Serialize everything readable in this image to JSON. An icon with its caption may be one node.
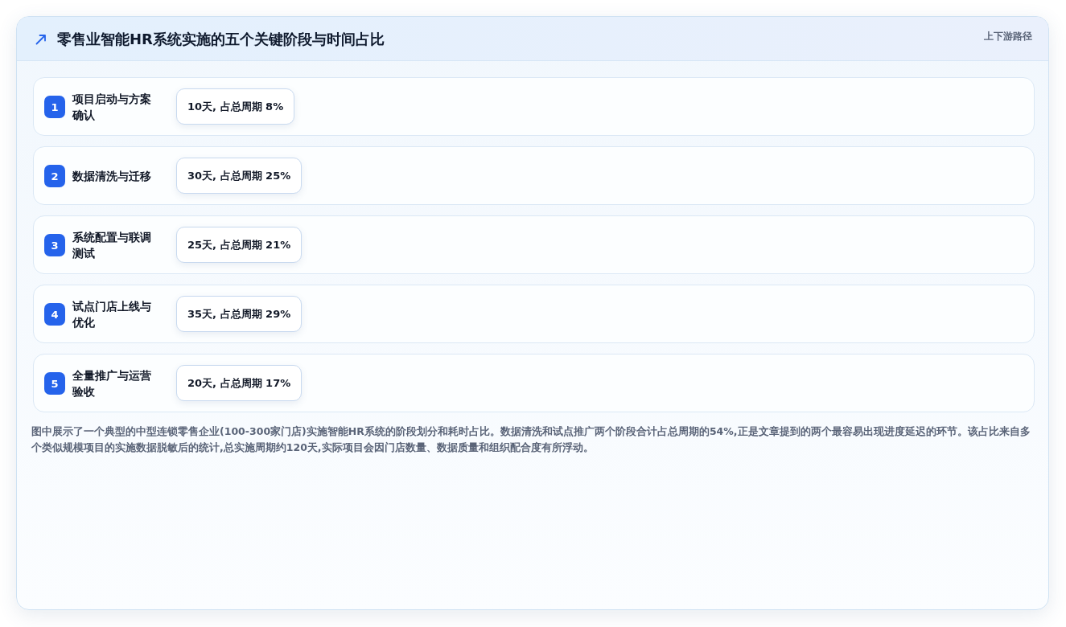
{
  "diagram": {
    "title": "零售业智能HR系统实施的五个关键阶段与时间占比",
    "caption": "图中展示了一个典型的中型连锁零售企业(100-300家门店)实施智能HR系统的阶段划分和耗时占比。数据清洗和试点推广两个阶段合计占总周期的54%,正是文章提到的两个最容易出现进度延迟的环节。该占比来自多个类似规模项目的实施数据脱敏后的统计,总实施周期约120天,实际项目会因门店数量、数据质量和组织配合度有所浮动。",
    "nodes": [
      {
        "text": [
          "项目启动与方案确认"
        ]
      },
      {
        "text": [
          "1"
        ],
        "in": 0
      },
      {
        "text": [
          "10天, 占总周期 8%"
        ],
        "in": 0
      },
      {
        "text": [
          "数据清洗与迁移"
        ]
      },
      {
        "text": [
          "2"
        ],
        "in": 3
      },
      {
        "text": [
          "30天, 占总周期 25%"
        ],
        "in": 3
      },
      {
        "text": [
          "系统配置与联调测试"
        ]
      },
      {
        "text": [
          "3"
        ],
        "in": 6
      },
      {
        "text": [
          "25天, 占总周期 21%"
        ],
        "in": 6
      },
      {
        "text": [
          "试点门店上线与优化"
        ]
      },
      {
        "text": [
          "4"
        ],
        "in": 9
      },
      {
        "text": [
          "35天, 占总周期 29%"
        ],
        "in": 9
      },
      {
        "text": [
          "全量推广与运营验收"
        ]
      },
      {
        "text": [
          "5"
        ],
        "in": 12
      },
      {
        "text": [
          "20天, 占总周期 17%"
        ],
        "in": 12
      }
    ],
    "labels": [
      "上下游路径"
    ]
  }
}
